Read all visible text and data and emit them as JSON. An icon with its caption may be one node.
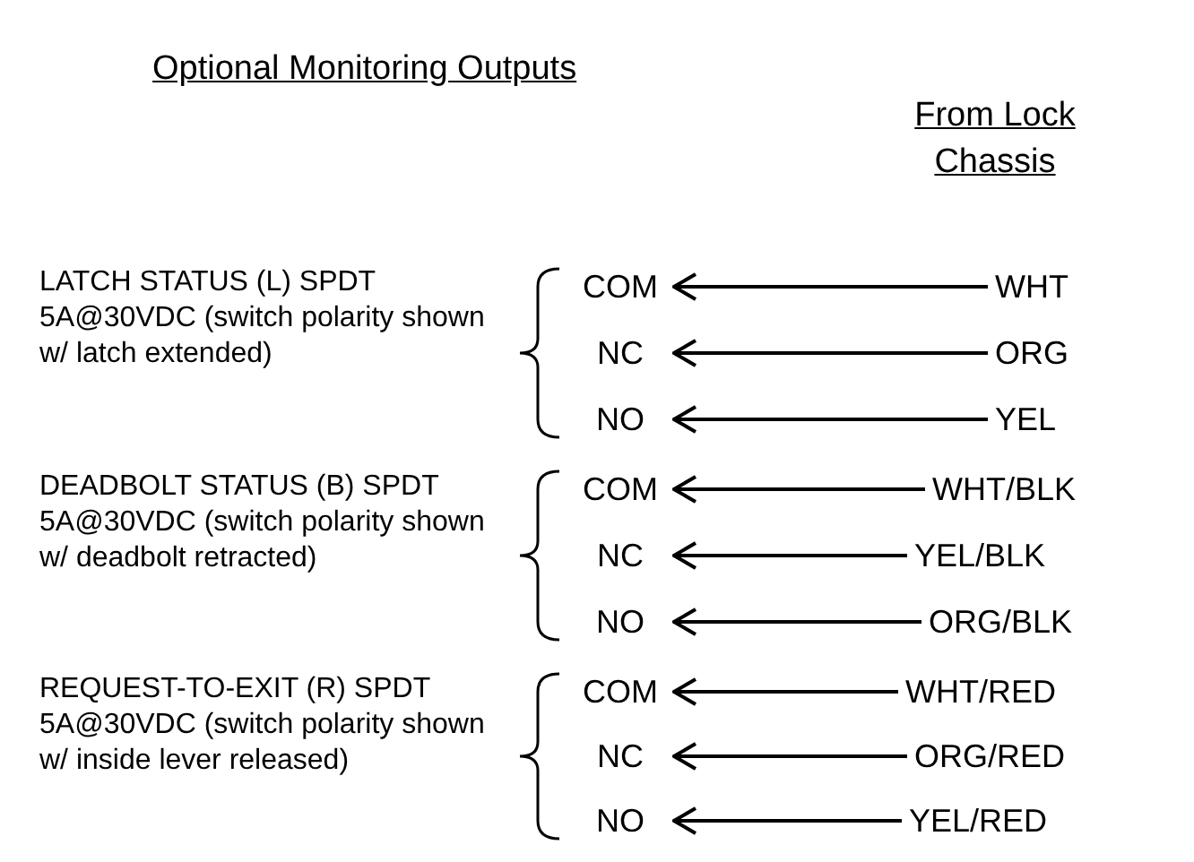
{
  "diagram": {
    "nodes": [
      {
        "text": [
          "COM"
        ]
      },
      {
        "text": [
          "WHT"
        ]
      },
      {
        "text": [
          "NC"
        ]
      },
      {
        "text": [
          "ORG"
        ]
      },
      {
        "text": [
          "NO"
        ]
      },
      {
        "text": [
          "YEL"
        ]
      },
      {
        "text": [
          "COM"
        ]
      },
      {
        "text": [
          "WHT/BLK"
        ]
      },
      {
        "text": [
          "NC"
        ]
      },
      {
        "text": [
          "YEL/BLK"
        ]
      },
      {
        "text": [
          "NO"
        ]
      },
      {
        "text": [
          "ORG/BLK"
        ]
      },
      {
        "text": [
          "COM"
        ]
      },
      {
        "text": [
          "WHT/RED"
        ]
      },
      {
        "text": [
          "NC"
        ]
      },
      {
        "text": [
          "ORG/RED"
        ]
      },
      {
        "text": [
          "NO"
        ]
      },
      {
        "text": [
          "YEL/RED"
        ]
      }
    ],
    "edges": [
      {
        "from": 1,
        "to": 0,
        "arrow": "to"
      },
      {
        "from": 3,
        "to": 2,
        "arrow": "to"
      },
      {
        "from": 5,
        "to": 4,
        "arrow": "to"
      },
      {
        "from": 7,
        "to": 6,
        "arrow": "to"
      },
      {
        "from": 9,
        "to": 8,
        "arrow": "to"
      },
      {
        "from": 11,
        "to": 10,
        "arrow": "to"
      },
      {
        "from": 13,
        "to": 12,
        "arrow": "to"
      },
      {
        "from": 15,
        "to": 14,
        "arrow": "to"
      },
      {
        "from": 17,
        "to": 16,
        "arrow": "to"
      }
    ],
    "labels": [
      "Optional Monitoring Outputs",
      "From Lock Chassis",
      "LATCH STATUS (L) SPDT 5A@30VDC (switch polarity shown w/ latch extended)",
      "DEADBOLT STATUS (B) SPDT 5A@30VDC (switch polarity shown w/ deadbolt retracted)",
      "REQUEST-TO-EXIT (R) SPDT 5A@30VDC (switch polarity shown w/ inside lever released)"
    ]
  }
}
